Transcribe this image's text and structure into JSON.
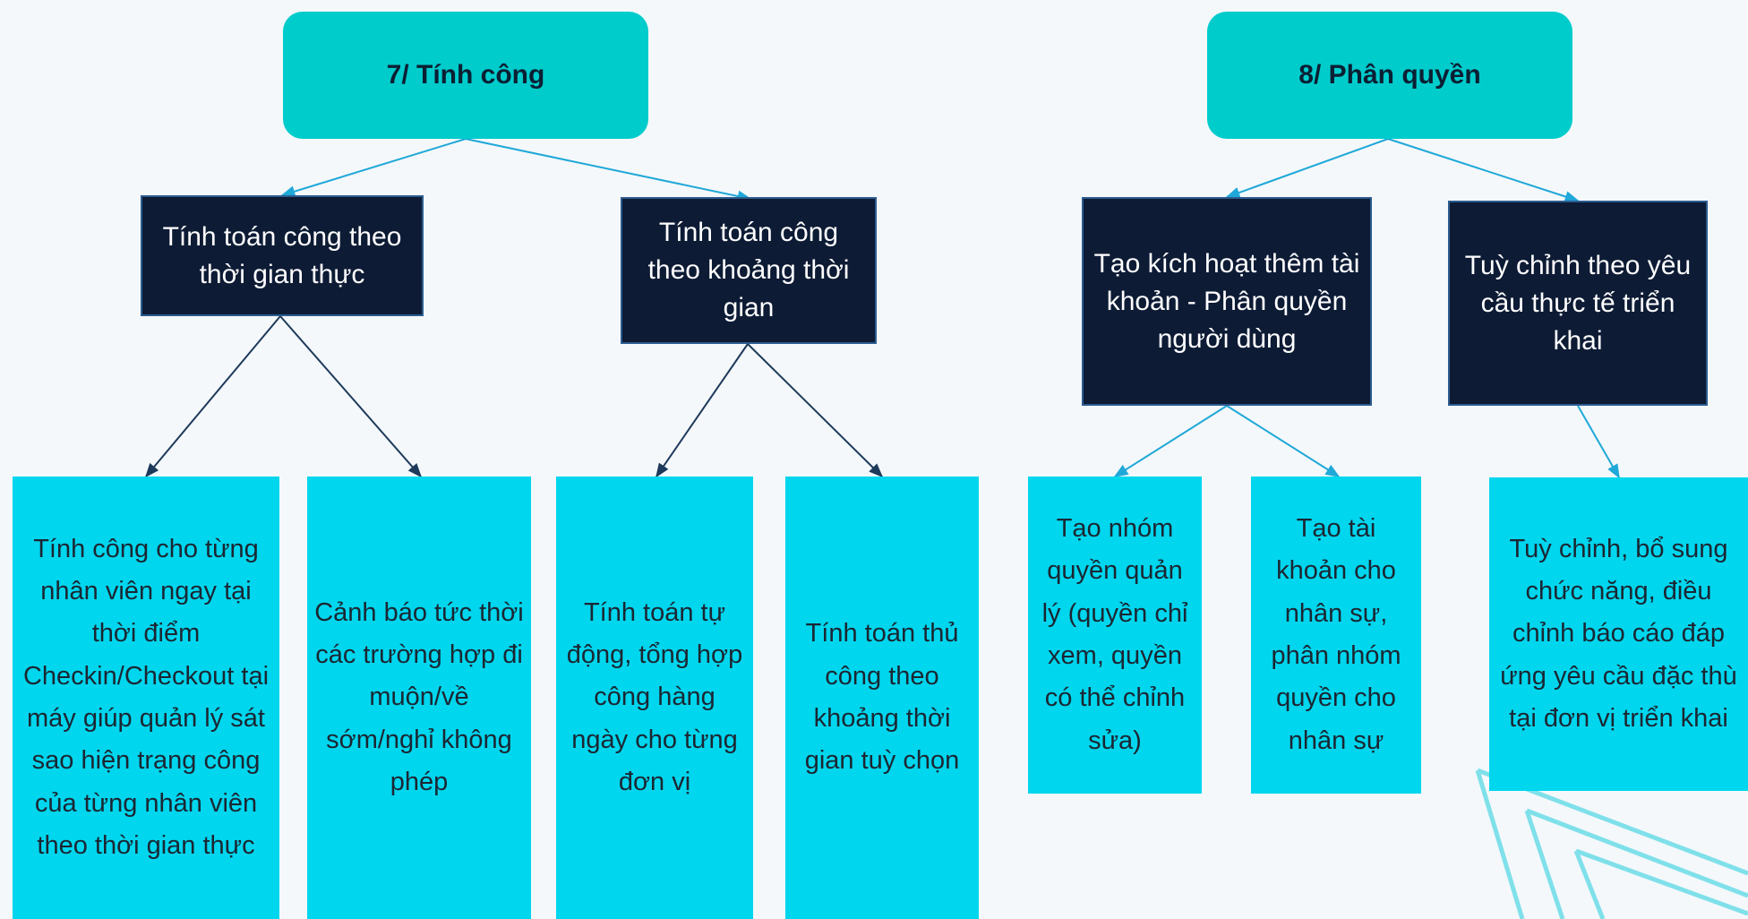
{
  "sections": [
    {
      "title": "7/ Tính công",
      "branches": [
        {
          "label": "Tính toán công theo thời gian thực",
          "leaves": [
            "Tính công cho từng nhân viên ngay tại thời điểm Checkin/Checkout tại máy giúp quản lý sát sao hiện trạng công của từng nhân viên theo thời gian thực",
            "Cảnh báo tức thời các trường hợp đi muộn/về sớm/nghỉ không phép"
          ]
        },
        {
          "label": "Tính toán công theo khoảng thời gian",
          "leaves": [
            "Tính toán tự động, tổng hợp công hàng ngày cho từng đơn vị",
            "Tính toán thủ công theo khoảng thời gian tuỳ chọn"
          ]
        }
      ]
    },
    {
      "title": "8/ Phân quyền",
      "branches": [
        {
          "label": "Tạo kích hoạt thêm tài khoản - Phân quyền người dùng",
          "leaves": [
            "Tạo nhóm quyền quản lý (quyền chỉ xem, quyền có thể chỉnh sửa)",
            "Tạo tài khoản cho nhân sự, phân nhóm quyền cho nhân sự"
          ]
        },
        {
          "label": "Tuỳ chỉnh theo yêu cầu thực tế triển khai",
          "leaves": [
            "Tuỳ chỉnh, bổ sung chức năng, điều chỉnh báo cáo đáp ứng yêu cầu đặc thù tại đơn vị triển khai"
          ]
        }
      ]
    }
  ],
  "colors": {
    "background": "#f4f8fb",
    "root": "#00cccc",
    "branch": "#0d1b35",
    "leaf": "#00d6ee",
    "connector_light": "#1fa8d8",
    "connector_dark": "#1e3a5a",
    "decoration": "#7fe0ea"
  }
}
